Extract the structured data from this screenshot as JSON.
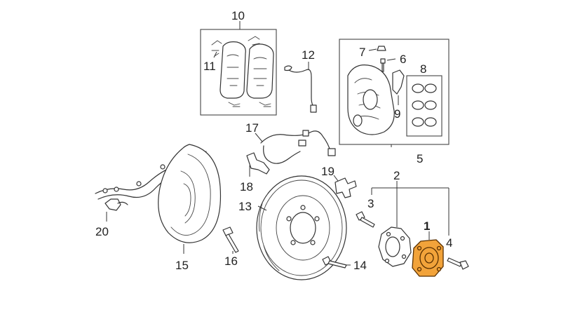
{
  "callouts": {
    "c1": "1",
    "c2": "2",
    "c3": "3",
    "c4": "4",
    "c5": "5",
    "c6": "6",
    "c7": "7",
    "c8": "8",
    "c9": "9",
    "c10": "10",
    "c11": "11",
    "c12": "12",
    "c13": "13",
    "c14": "14",
    "c15": "15",
    "c16": "16",
    "c17": "17",
    "c18": "18",
    "c19": "19",
    "c20": "20"
  },
  "colors": {
    "highlight": "#f2a33a",
    "line": "#333333",
    "background": "#ffffff"
  },
  "highlighted_part": "1"
}
